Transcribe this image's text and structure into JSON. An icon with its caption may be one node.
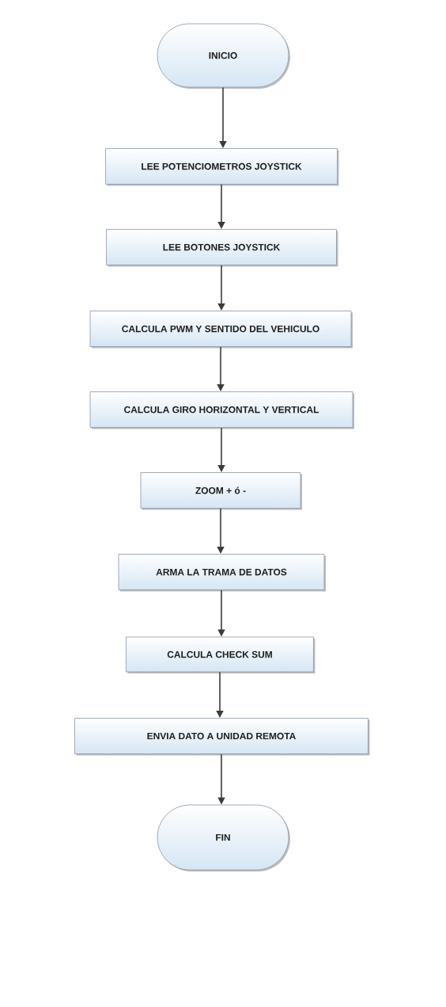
{
  "diagram": {
    "nodes": [
      {
        "text": [
          "INICIO"
        ]
      },
      {
        "text": [
          "LEE POTENCIOMETROS JOYSTICK"
        ]
      },
      {
        "text": [
          "LEE BOTONES JOYSTICK"
        ]
      },
      {
        "text": [
          "CALCULA PWM Y SENTIDO DEL VEHICULO"
        ]
      },
      {
        "text": [
          "CALCULA GIRO HORIZONTAL Y VERTICAL"
        ]
      },
      {
        "text": [
          "ZOOM + ó -"
        ]
      },
      {
        "text": [
          "ARMA LA TRAMA DE DATOS"
        ]
      },
      {
        "text": [
          "CALCULA CHECK SUM"
        ]
      },
      {
        "text": [
          "ENVIA DATO A UNIDAD REMOTA"
        ]
      },
      {
        "text": [
          "FIN"
        ]
      }
    ],
    "edges": [
      {
        "from": 0,
        "to": 1,
        "arrow": "to"
      },
      {
        "from": 1,
        "to": 2,
        "arrow": "to"
      },
      {
        "from": 2,
        "to": 3,
        "arrow": "to"
      },
      {
        "from": 3,
        "to": 4,
        "arrow": "to"
      },
      {
        "from": 4,
        "to": 5,
        "arrow": "to"
      },
      {
        "from": 5,
        "to": 6,
        "arrow": "to"
      },
      {
        "from": 6,
        "to": 7,
        "arrow": "to"
      },
      {
        "from": 7,
        "to": 8,
        "arrow": "to"
      },
      {
        "from": 8,
        "to": 9,
        "arrow": "to"
      }
    ]
  }
}
